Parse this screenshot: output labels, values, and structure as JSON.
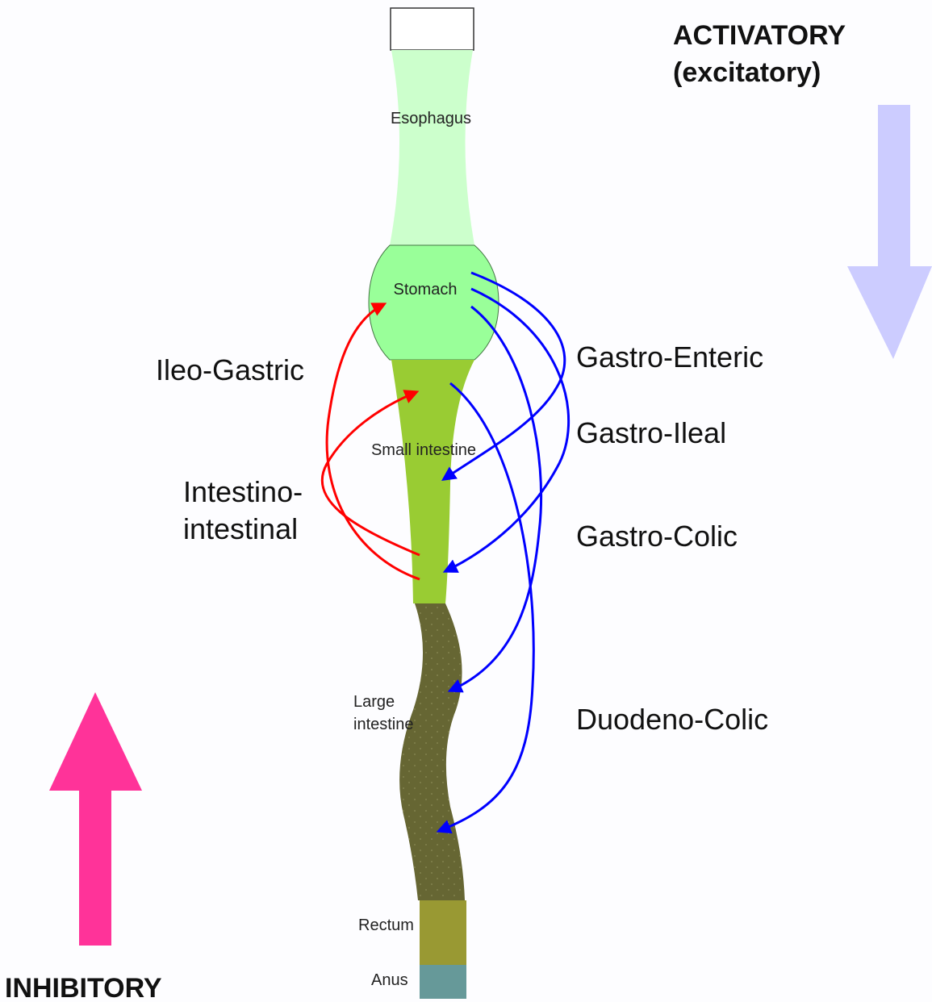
{
  "organs": {
    "esophagus": "Esophagus",
    "stomach": "Stomach",
    "small_intestine": "Small intestine",
    "large_intestine_line1": "Large",
    "large_intestine_line2": "intestine",
    "rectum": "Rectum",
    "anus": "Anus"
  },
  "reflexes": {
    "ileo_gastric": "Ileo-Gastric",
    "intestino_line1": "Intestino-",
    "intestino_line2": "intestinal",
    "gastro_enteric": "Gastro-Enteric",
    "gastro_ileal": "Gastro-Ileal",
    "gastro_colic": "Gastro-Colic",
    "duodeno_colic": "Duodeno-Colic"
  },
  "directions": {
    "activatory_line1": "ACTIVATORY",
    "activatory_line2": "(excitatory)",
    "inhibitory": "INHIBITORY"
  },
  "colors": {
    "inhibitory_arrow": "#ff3399",
    "activatory_arrow": "#ccccff",
    "inhibitory_reflex": "#ff0000",
    "activatory_reflex": "#0000ff",
    "esophagus": "#ccffcc",
    "stomach": "#99ff99",
    "small_intestine": "#99cc33",
    "large_intestine": "#666633",
    "rectum": "#999933",
    "anus": "#669999"
  }
}
